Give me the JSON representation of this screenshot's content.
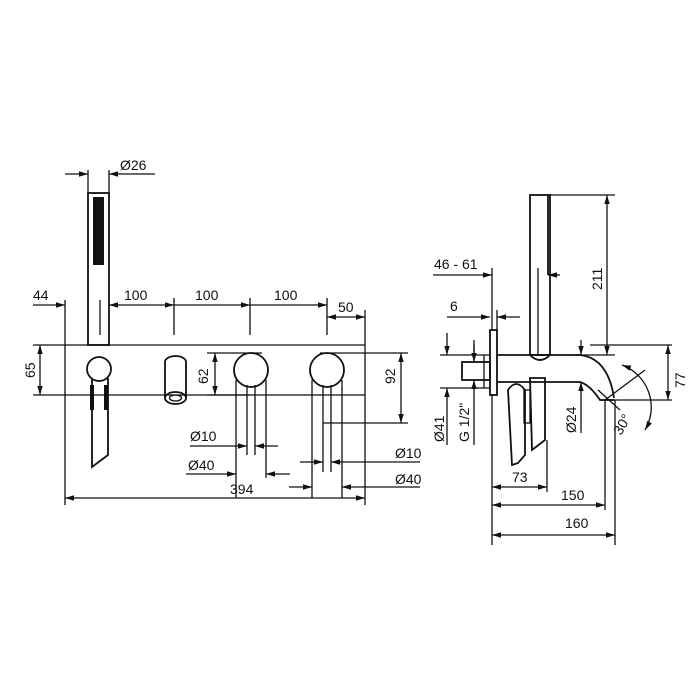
{
  "front_view": {
    "handshower_diameter": "Ø26",
    "offset_left": "44",
    "spacing": [
      "100",
      "100",
      "100"
    ],
    "offset_right": "50",
    "height_deck": "65",
    "handle_height": "62",
    "handle_total_height": "92",
    "stem_diameter_left": "Ø10",
    "rosette_diameter_left": "Ø40",
    "stem_diameter_right": "Ø10",
    "rosette_diameter_right": "Ø40",
    "total_width": "394"
  },
  "side_view": {
    "wall_depth": "46 - 61",
    "plate_thickness": "6",
    "handshower_height": "211",
    "flange_diameter": "Ø41",
    "thread": "G 1/2\"",
    "spout_diameter": "Ø24",
    "spout_height": "77",
    "angle": "30°",
    "lever_depth": "73",
    "spout_reach": "150",
    "total_depth": "160"
  },
  "colors": {
    "line": "#111111",
    "background": "#ffffff"
  }
}
